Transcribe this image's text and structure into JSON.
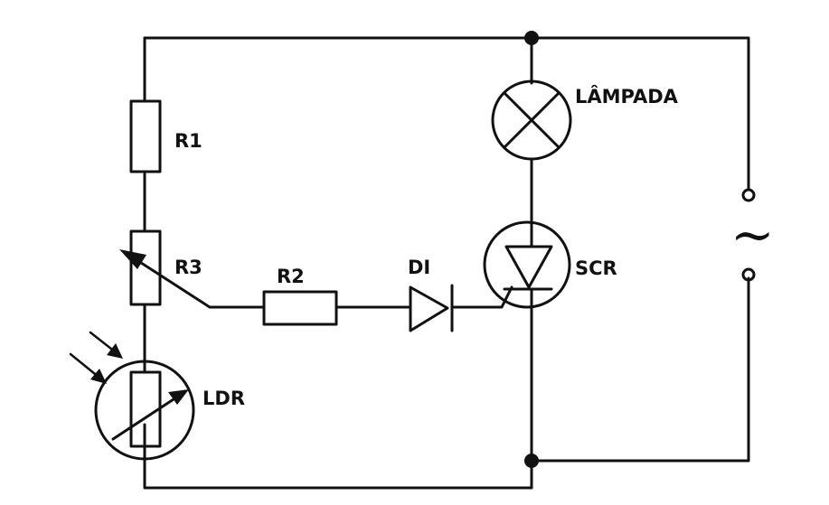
{
  "diagram": {
    "labels": {
      "r1": "R1",
      "r3": "R3",
      "r2": "R2",
      "d1": "DI",
      "lamp": "LÂMPADA",
      "scr": "SCR",
      "ldr": "LDR",
      "ac_symbol": "~"
    }
  }
}
